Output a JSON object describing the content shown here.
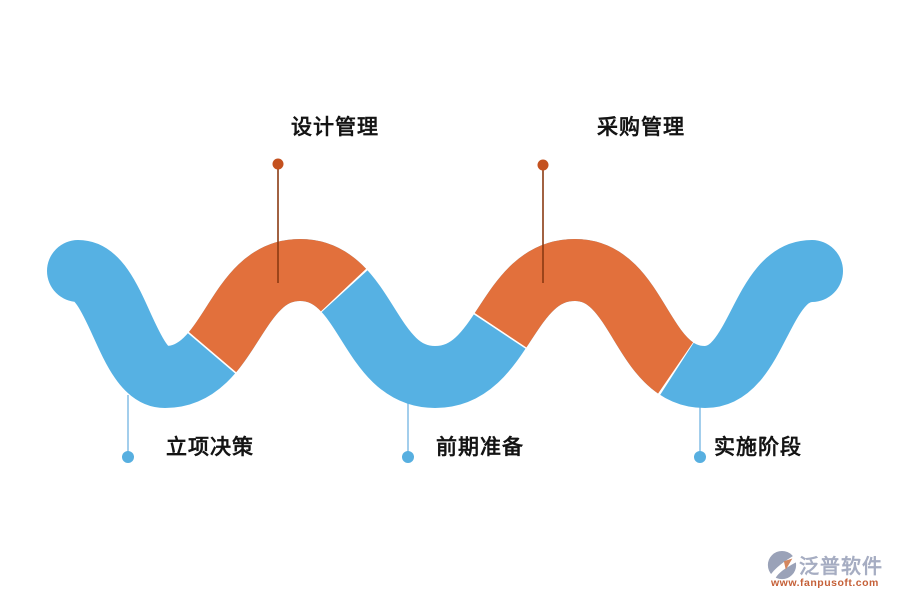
{
  "diagram": {
    "type": "process-wave-timeline",
    "stages": {
      "top": [
        {
          "label": "设计管理"
        },
        {
          "label": "采购管理"
        }
      ],
      "bottom": [
        {
          "label": "立项决策"
        },
        {
          "label": "前期准备"
        },
        {
          "label": "实施阶段"
        }
      ]
    },
    "wave_segment_colors": [
      "blue",
      "orange",
      "blue",
      "orange",
      "blue"
    ]
  },
  "colors": {
    "background": "#ffffff",
    "blue": "#56b1e3",
    "orange": "#e2703c",
    "stem_top": "#8a3a12",
    "dot_top": "#c4511f",
    "stem_bottom": "#8cc2e8",
    "dot_bottom": "#57afe0",
    "label_text": "#141414",
    "logo_text": "#a6adc2",
    "logo_url": "#c56038",
    "logo_icon": "#9aa2b8",
    "logo_icon_accent": "#d4875f"
  },
  "logo": {
    "name": "泛普软件",
    "url": "www.fanpusoft.com"
  }
}
